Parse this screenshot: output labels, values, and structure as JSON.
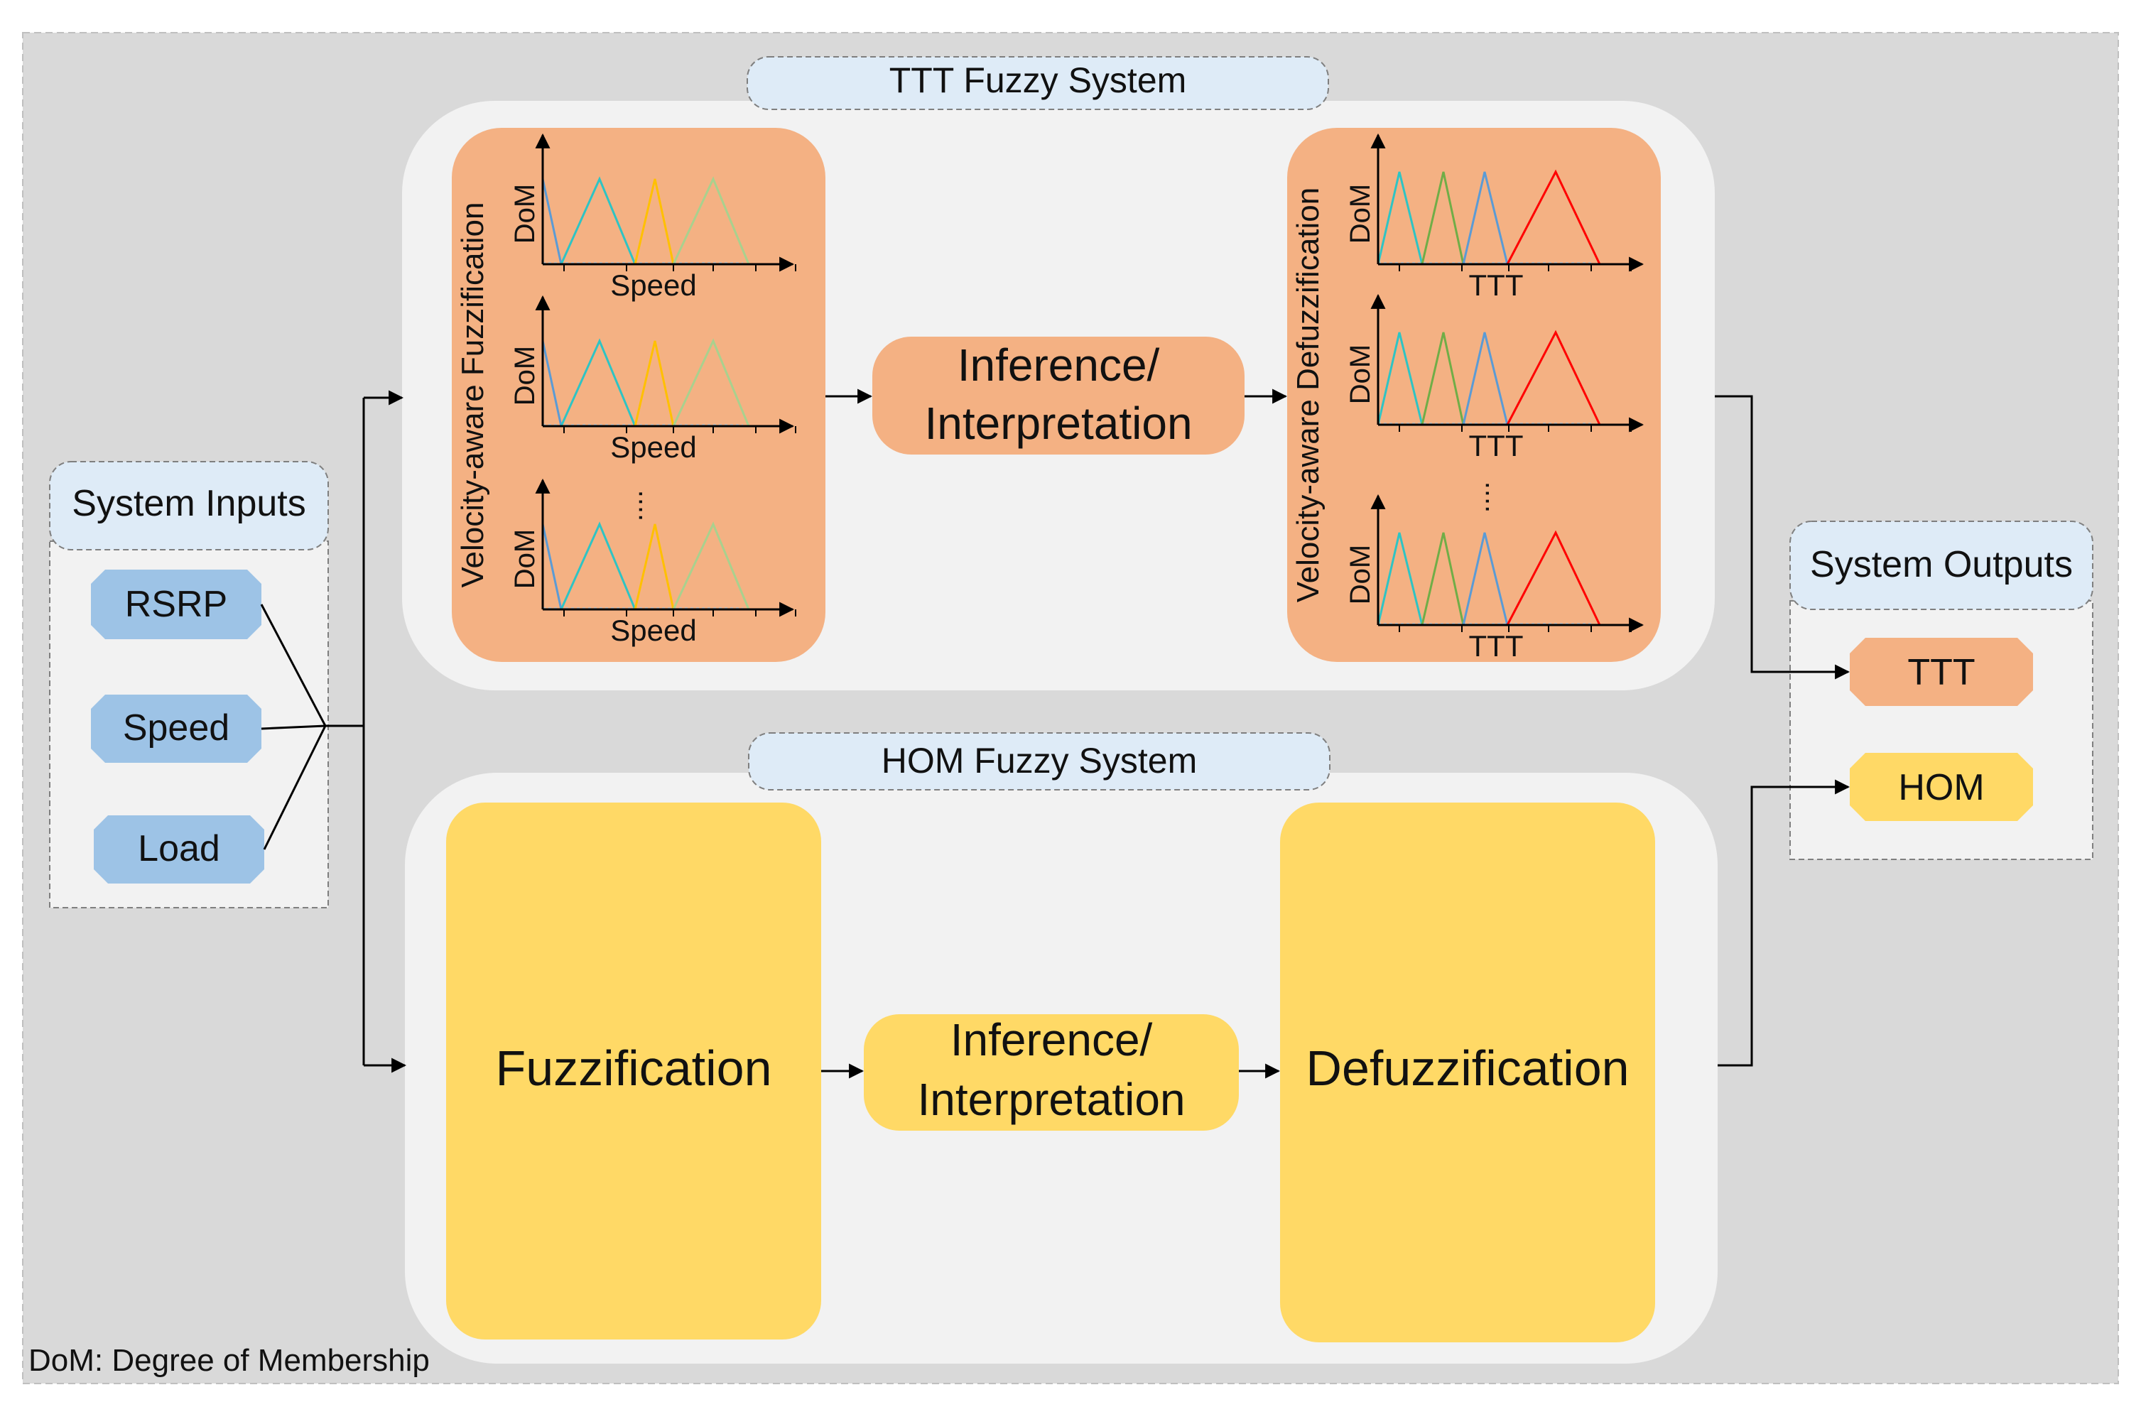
{
  "ttt_system": {
    "title": "TTT Fuzzy System",
    "fuzzification_label": "Velocity-aware Fuzzification",
    "defuzzification_label": "Velocity-aware Defuzzification",
    "inference_line1": "Inference/",
    "inference_line2": "Interpretation",
    "dom_label": "DoM",
    "speed_axis": "Speed",
    "ttt_axis": "TTT",
    "ellipsis": "...."
  },
  "hom_system": {
    "title": "HOM Fuzzy System",
    "fuzzification": "Fuzzification",
    "inference_line1": "Inference/",
    "inference_line2": "Interpretation",
    "defuzzification": "Defuzzification"
  },
  "inputs": {
    "title": "System Inputs",
    "items": [
      "RSRP",
      "Speed",
      "Load"
    ]
  },
  "outputs": {
    "title": "System Outputs",
    "items": [
      "TTT",
      "HOM"
    ]
  },
  "footnote": "DoM: Degree of Membership",
  "colors": {
    "outer_bg": "#d9d9d9",
    "panel_bg": "#f2f2f2",
    "orange": "#f4b183",
    "yellow": "#ffd966",
    "blue_input": "#9dc3e6",
    "title_pill": "#deebf7",
    "mf_blue": "#5b9bd5",
    "mf_cyan": "#2ec4c4",
    "mf_yellow": "#ffc000",
    "mf_lightgreen": "#a9d18e",
    "mf_green": "#70ad47",
    "mf_red": "#ff0000"
  }
}
